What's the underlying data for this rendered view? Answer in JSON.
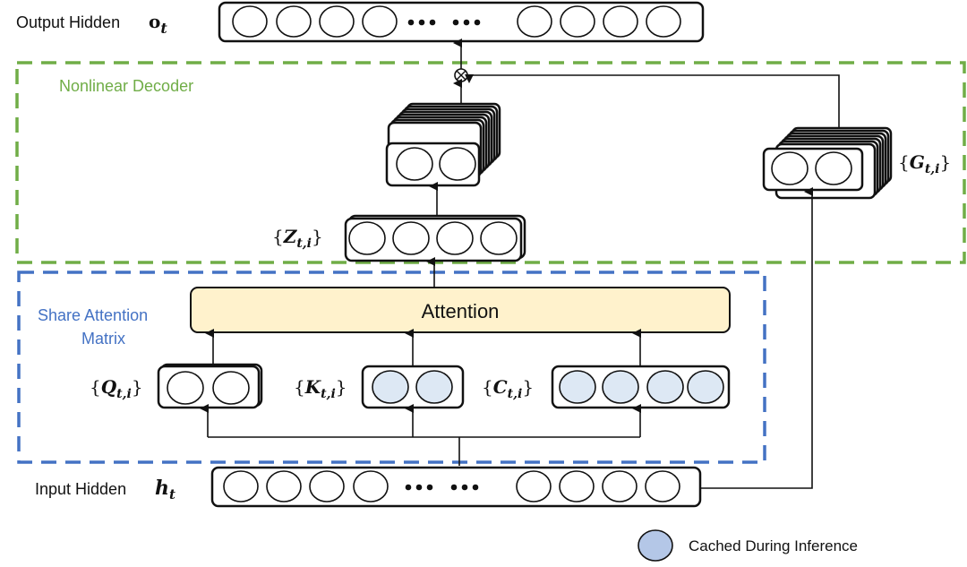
{
  "title": "Shared attention with nonlinear decoder architecture",
  "colors": {
    "decoder_border": "#70ad47",
    "attention_border": "#4472c4",
    "attention_fill": "#fff2cc",
    "cached_fill": "#dde8f4",
    "legend_cached_fill": "#b4c7e7",
    "line": "#111111"
  },
  "labels": {
    "output_hidden": "Output Hidden",
    "output_symbol": "o",
    "output_sub": "t",
    "input_hidden": "Input Hidden",
    "input_symbol": "h",
    "input_sub": "t",
    "nonlinear_decoder": "Nonlinear Decoder",
    "share_attention_line1": "Share Attention",
    "share_attention_line2": "Matrix",
    "attention": "Attention",
    "multiply_symbol": "⊗",
    "ellipsis": "••• •••"
  },
  "sets": {
    "Z": {
      "open": "{",
      "sym": "Z",
      "sub": "t,i",
      "close": "}"
    },
    "G": {
      "open": "{",
      "sym": "G",
      "sub": "t,i",
      "close": "}"
    },
    "Q": {
      "open": "{",
      "sym": "Q",
      "sub": "t,i",
      "close": "}"
    },
    "K": {
      "open": "{",
      "sym": "K",
      "sub": "t,i",
      "close": "}"
    },
    "C": {
      "open": "{",
      "sym": "C",
      "sub": "t,i",
      "close": "}"
    }
  },
  "legend": {
    "cached_label": "Cached During Inference"
  }
}
